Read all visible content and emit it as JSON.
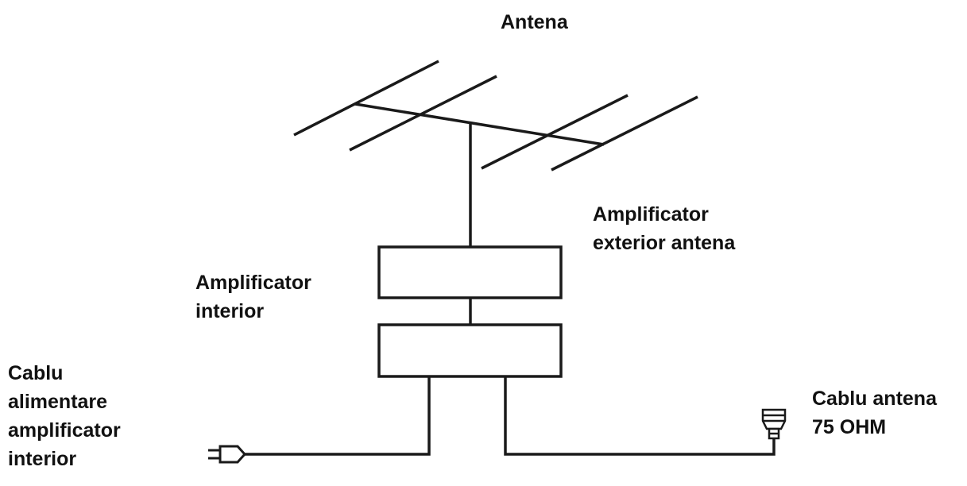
{
  "labels": {
    "antenna": "Antena",
    "exterior_amplifier": [
      "Amplificator",
      "exterior antena"
    ],
    "interior_amplifier": [
      "Amplificator",
      "interior"
    ],
    "power_cable": [
      "Cablu",
      "alimentare",
      "amplificator",
      "interior"
    ],
    "antenna_cable": [
      "Cablu antena",
      "75 OHM"
    ]
  },
  "colors": {
    "line": "#1a1a1a",
    "text": "#111111",
    "background": "#ffffff"
  },
  "icons": {
    "plug": "power-plug-icon",
    "connector": "coax-connector-icon"
  }
}
